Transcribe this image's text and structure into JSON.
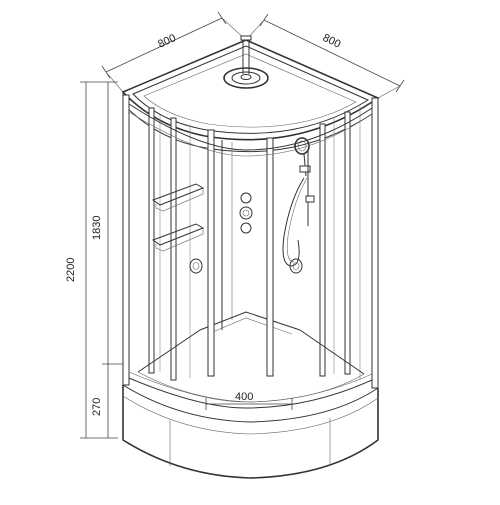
{
  "dimensions": {
    "width_left": "800",
    "width_right": "800",
    "total_height": "2200",
    "cabin_height": "1830",
    "tray_height": "270",
    "tray_depth": "400"
  }
}
